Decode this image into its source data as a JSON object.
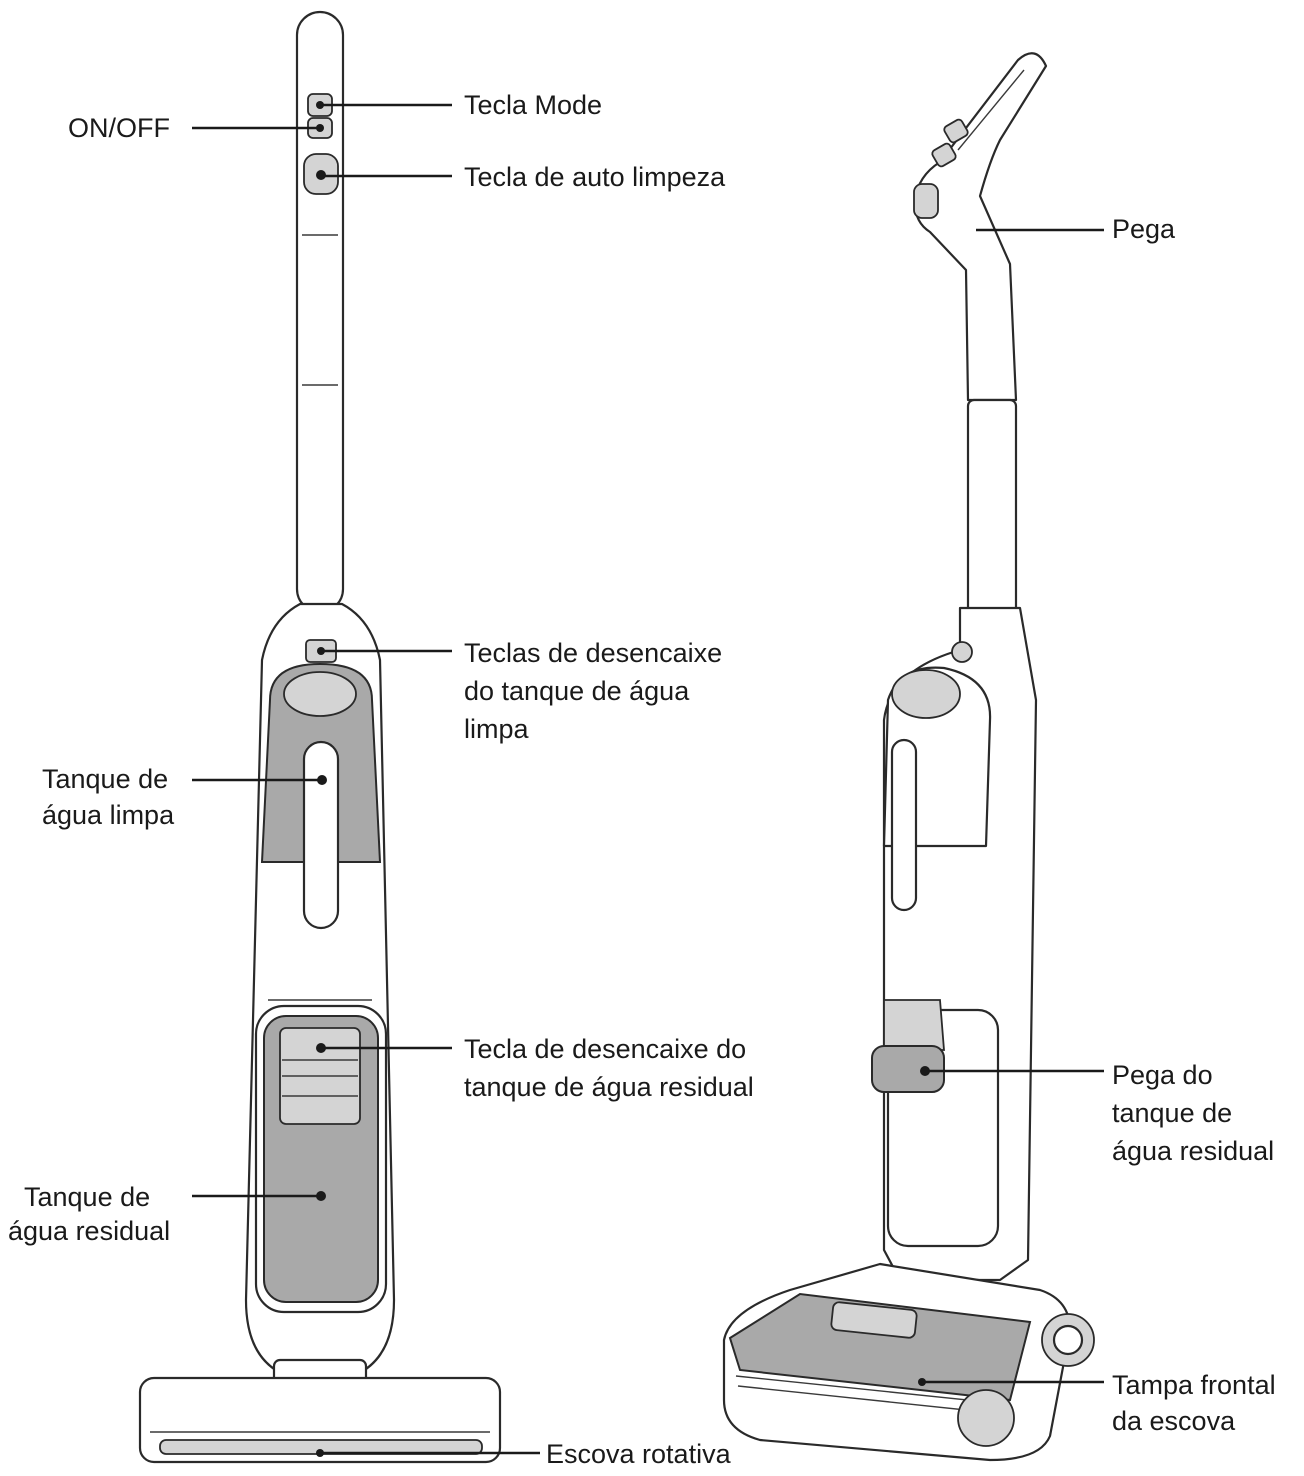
{
  "labels": {
    "tecla_mode": "Tecla Mode",
    "on_off": "ON/OFF",
    "tecla_auto_limpeza": "Tecla de auto limpeza",
    "teclas_desencaixe_limpa": [
      "Teclas de desencaixe",
      "do tanque de água",
      "limpa"
    ],
    "tanque_agua_limpa": [
      "Tanque de",
      "água limpa"
    ],
    "tecla_desencaixe_residual": [
      "Tecla de desencaixe do",
      "tanque de água residual"
    ],
    "tanque_agua_residual": [
      "Tanque de",
      "água residual"
    ],
    "escova_rotativa": "Escova rotativa",
    "pega": "Pega",
    "pega_tanque_residual": [
      "Pega do",
      "tanque de",
      "água residual"
    ],
    "tampa_frontal": [
      "Tampa frontal",
      "da escova"
    ]
  }
}
